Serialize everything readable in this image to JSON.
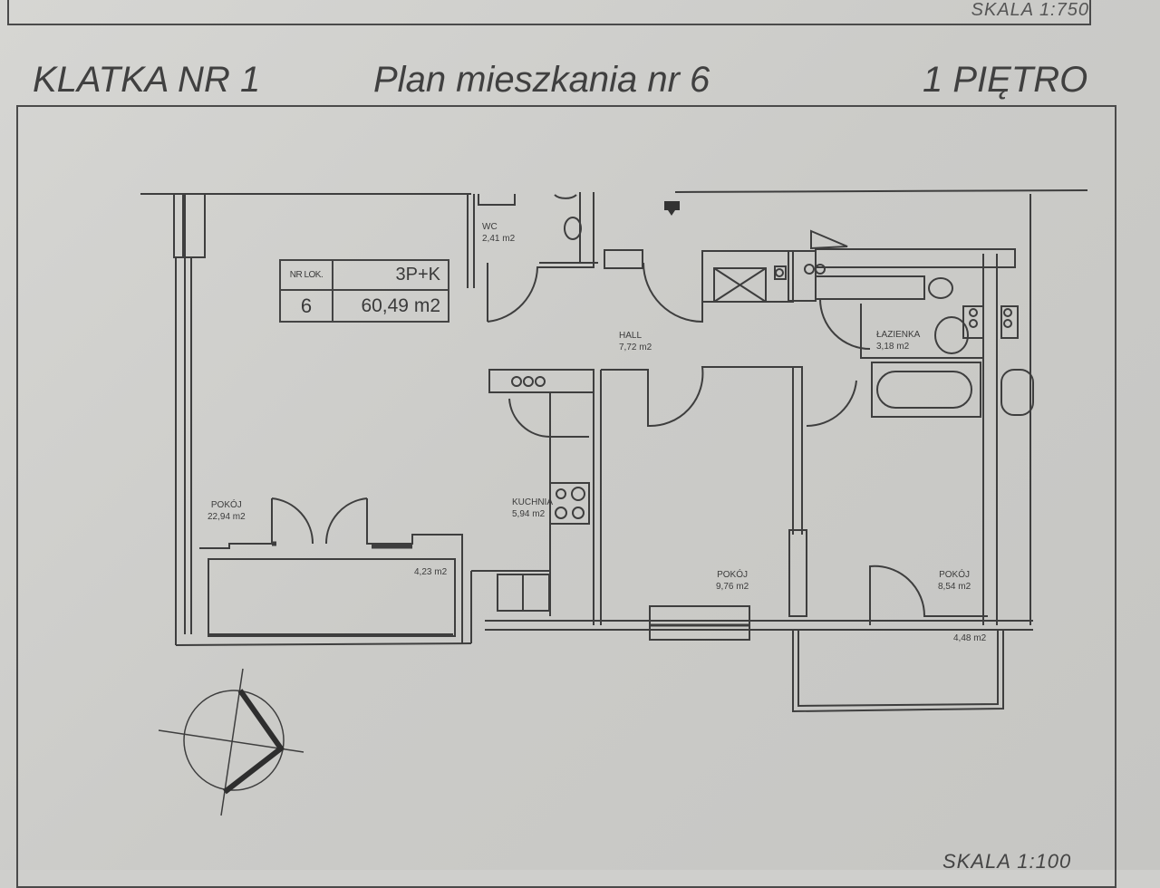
{
  "header": {
    "scale_top": "SKALA 1:750",
    "staircase": "KLATKA NR 1",
    "plan_title": "Plan mieszkania nr 6",
    "floor": "1 PIĘTRO"
  },
  "info_box": {
    "nr_label": "NR LOK.",
    "nr_value": "6",
    "type": "3P+K",
    "total_area": "60,49 m2"
  },
  "rooms": [
    {
      "name": "WC",
      "area": "2,41 m2"
    },
    {
      "name": "HALL",
      "area": "7,72 m2"
    },
    {
      "name": "ŁAZIENKA",
      "area": "3,18 m2"
    },
    {
      "name": "POKÓJ",
      "area": "22,94 m2"
    },
    {
      "name": "KUCHNIA",
      "area": "5,94 m2"
    },
    {
      "name": "POKÓJ",
      "area": "9,76 m2"
    },
    {
      "name": "POKÓJ",
      "area": "8,54 m2"
    },
    {
      "name": "",
      "area": "4,23 m2"
    },
    {
      "name": "",
      "area": "4,48 m2"
    }
  ],
  "footer": {
    "scale_bottom": "SKALA 1:100"
  },
  "icons": {
    "entrance": "entrance-arrow-icon",
    "compass": "north-arrow-icon"
  },
  "colors": {
    "paper": "#cfcfcc",
    "ink": "#3a3a3a"
  }
}
